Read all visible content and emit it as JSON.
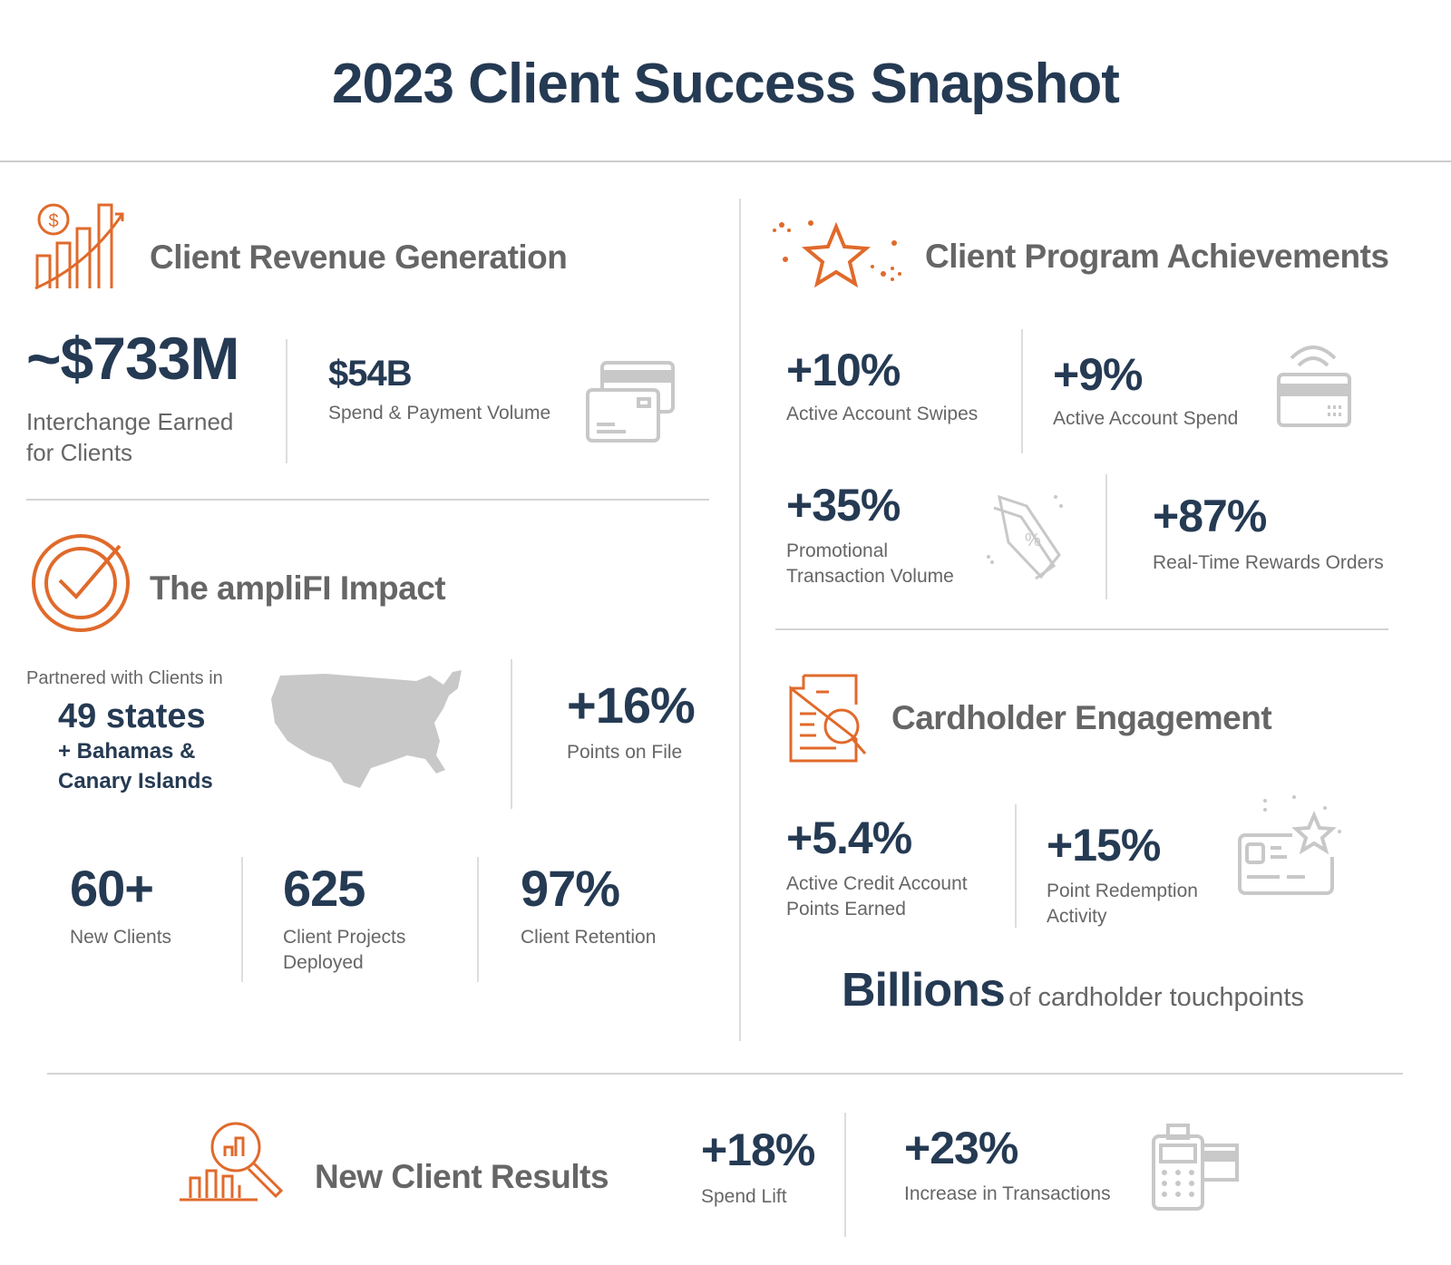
{
  "title": "2023 Client Success Snapshot",
  "colors": {
    "navy": "#253a53",
    "orange": "#e06a2b",
    "gray": "#666666",
    "icon_gray": "#c8c8c8"
  },
  "revenue": {
    "heading": "Client Revenue Generation",
    "main_value": "~$733M",
    "main_label_1": "Interchange Earned",
    "main_label_2": "for Clients",
    "spend_value": "$54B",
    "spend_label": "Spend & Payment Volume"
  },
  "impact": {
    "heading": "The ampliFI Impact",
    "partnered_label": "Partnered with Clients in",
    "states": "49 states",
    "extra_1": "+ Bahamas &",
    "extra_2": "Canary Islands",
    "points_value": "+16%",
    "points_label": "Points on File",
    "stats": [
      {
        "value": "60+",
        "label_1": "New Clients",
        "label_2": ""
      },
      {
        "value": "625",
        "label_1": "Client Projects",
        "label_2": "Deployed"
      },
      {
        "value": "97%",
        "label_1": "Client Retention",
        "label_2": ""
      }
    ]
  },
  "program": {
    "heading": "Client Program Achievements",
    "stats": [
      {
        "value": "+10%",
        "label_1": "Active Account Swipes"
      },
      {
        "value": "+9%",
        "label_1": "Active Account Spend"
      },
      {
        "value": "+35%",
        "label_1": "Promotional",
        "label_2": "Transaction Volume"
      },
      {
        "value": "+87%",
        "label_1": "Real-Time Rewards Orders"
      }
    ]
  },
  "engagement": {
    "heading": "Cardholder Engagement",
    "stats": [
      {
        "value": "+5.4%",
        "label_1": "Active Credit Account",
        "label_2": "Points Earned"
      },
      {
        "value": "+15%",
        "label_1": "Point Redemption",
        "label_2": "Activity"
      }
    ],
    "billions": "Billions",
    "billions_label": "of cardholder touchpoints"
  },
  "new_client": {
    "heading": "New Client Results",
    "stats": [
      {
        "value": "+18%",
        "label": "Spend Lift"
      },
      {
        "value": "+23%",
        "label": "Increase in Transactions"
      }
    ]
  }
}
